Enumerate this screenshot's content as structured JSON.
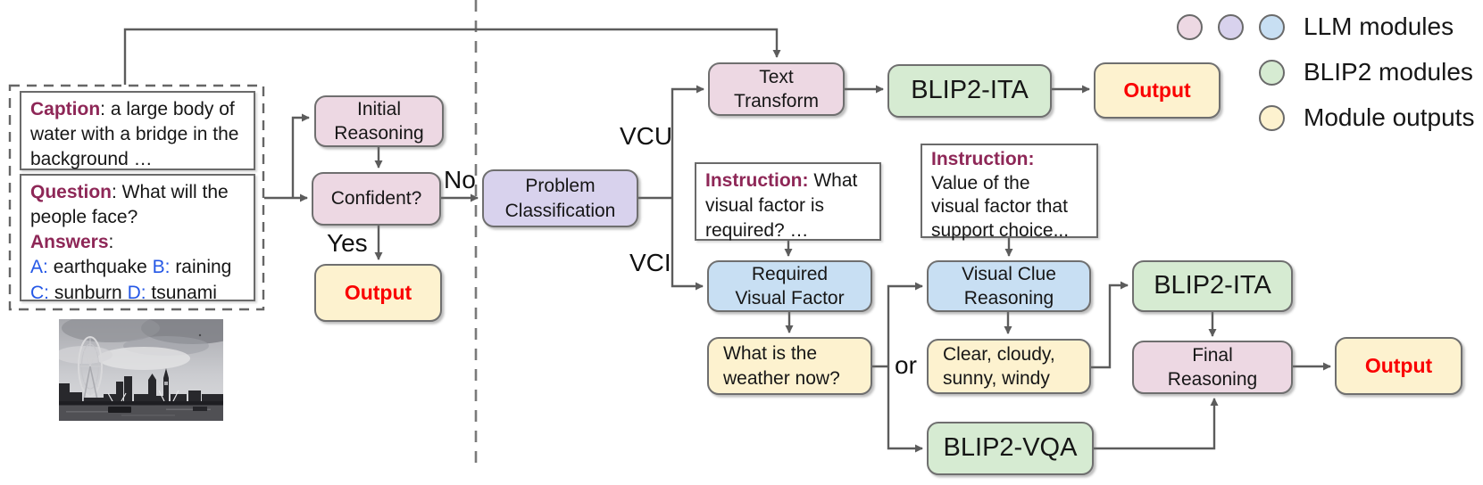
{
  "palette": {
    "llm_pink": "#edd8e3",
    "llm_purple": "#d8d2ed",
    "llm_blue": "#c8dff3",
    "blip2_green": "#d6ebd2",
    "output_yellow": "#fdf2cf",
    "output_text_red": "#fa0000",
    "heading_maroon": "#8e2757",
    "answer_blue": "#2457e6",
    "arrow_gray": "#5c5c5c",
    "box_border": "#6f6f6f"
  },
  "legend": {
    "items": [
      {
        "label": "LLM modules"
      },
      {
        "label": "BLIP2 modules"
      },
      {
        "label": "Module outputs"
      }
    ]
  },
  "input_example": {
    "caption_label": "Caption",
    "caption_text": ": a large body of water with a bridge in the background …",
    "question_label": "Question",
    "question_text": ": What will the people face?",
    "answers_label": "Answers",
    "answers_colon": ":",
    "options": [
      {
        "key": "A:",
        "value": "earthquake"
      },
      {
        "key": "B:",
        "value": "raining"
      },
      {
        "key": "C:",
        "value": "sunburn"
      },
      {
        "key": "D:",
        "value": "tsunami"
      }
    ]
  },
  "nodes": {
    "initial_reasoning": {
      "lines": [
        "Initial",
        "Reasoning"
      ]
    },
    "confident": {
      "lines": [
        "Confident?"
      ]
    },
    "output_initial": {
      "lines": [
        "Output"
      ]
    },
    "problem_classification": {
      "lines": [
        "Problem",
        "Classification"
      ]
    },
    "text_transform": {
      "lines": [
        "Text",
        "Transform"
      ]
    },
    "blip2_ita_vcu": {
      "lines": [
        "BLIP2-ITA"
      ]
    },
    "output_vcu": {
      "lines": [
        "Output"
      ]
    },
    "required_visual_factor": {
      "lines": [
        "Required",
        "Visual Factor"
      ]
    },
    "weather_question": {
      "lines": [
        "What is the",
        "weather now?"
      ]
    },
    "visual_clue_reasoning": {
      "lines": [
        "Visual Clue",
        "Reasoning"
      ]
    },
    "visual_clue_values": {
      "lines": [
        "Clear, cloudy,",
        "sunny, windy"
      ]
    },
    "blip2_ita_vci": {
      "lines": [
        "BLIP2-ITA"
      ]
    },
    "final_reasoning": {
      "lines": [
        "Final",
        "Reasoning"
      ]
    },
    "output_final": {
      "lines": [
        "Output"
      ]
    },
    "blip2_vqa": {
      "lines": [
        "BLIP2-VQA"
      ]
    }
  },
  "instructions": {
    "first": {
      "label": "Instruction:",
      "text": " What visual factor is required? …"
    },
    "second": {
      "label": "Instruction:",
      "lines": [
        "Value of the",
        "visual factor that",
        "support choice..."
      ]
    }
  },
  "edge_labels": {
    "no": "No",
    "yes": "Yes",
    "vcu": "VCU",
    "vci": "VCI",
    "or": "or"
  }
}
